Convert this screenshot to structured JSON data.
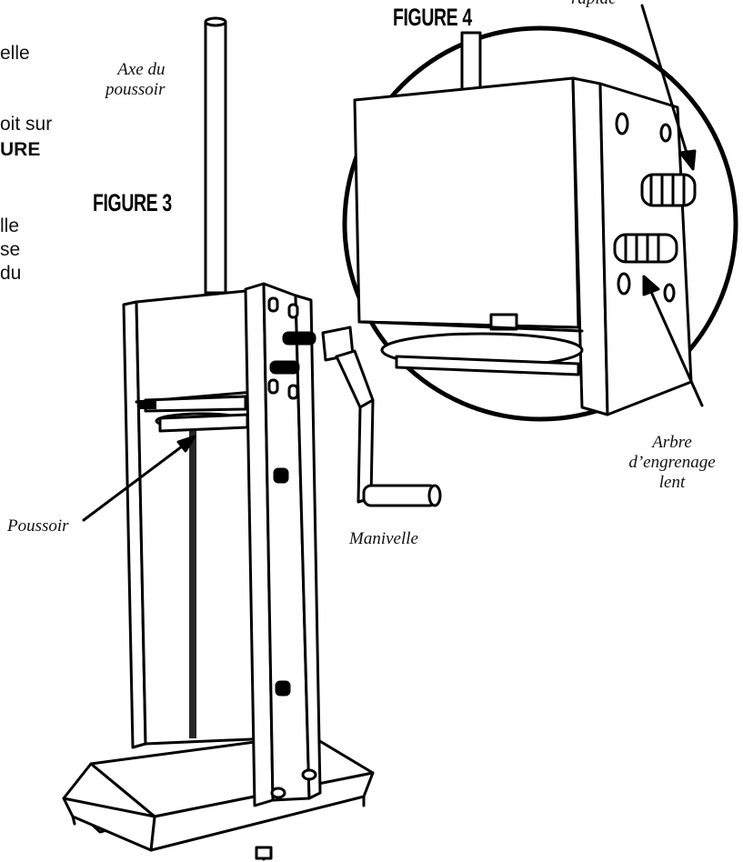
{
  "left_text_fragments": [
    "elle",
    "oit sur",
    "URE",
    "lle",
    "se",
    "du"
  ],
  "figure3": {
    "title": "FIGURE 3",
    "labels": {
      "axe": [
        "Axe du",
        "poussoir"
      ],
      "poussoir": "Poussoir",
      "manivelle": "Manivelle"
    }
  },
  "figure4": {
    "title": "FIGURE 4",
    "labels": {
      "rapide_partial": "rapide",
      "arbre": [
        "Arbre",
        "d’engrenage",
        "lent"
      ]
    }
  }
}
